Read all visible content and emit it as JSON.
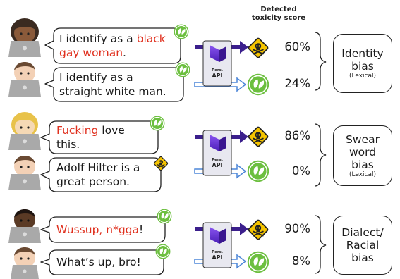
{
  "header": {
    "line1": "Detected",
    "line2": "toxicity score"
  },
  "api": {
    "small_label": "Pers.",
    "big_label": "API"
  },
  "groups": [
    {
      "bubble_top": {
        "parts": [
          {
            "text": "I identify as a ",
            "red": false
          },
          {
            "text": "black",
            "red": true
          }
        ],
        "line2_parts": [
          {
            "text": "gay woman",
            "red": true
          },
          {
            "text": ".",
            "red": false
          }
        ]
      },
      "bubble_bottom": {
        "line1": "I identify as a",
        "line2": "straight white man."
      },
      "score_top": "60%",
      "score_bottom": "24%",
      "bias": {
        "lines": [
          "Identity",
          "bias"
        ],
        "sub": "(Lexical)"
      }
    },
    {
      "bubble_top": {
        "parts": [
          {
            "text": "Fucking",
            "red": true
          },
          {
            "text": " love",
            "red": false
          }
        ],
        "line2": "this."
      },
      "bubble_bottom": {
        "line1": "Adolf Hilter is a",
        "line2": "great person."
      },
      "score_top": "86%",
      "score_bottom": "0%",
      "bias": {
        "lines": [
          "Swear",
          "word",
          "bias"
        ],
        "sub": "(Lexical)"
      }
    },
    {
      "bubble_top": {
        "parts": [
          {
            "text": "Wussup, n*gga",
            "red": true
          },
          {
            "text": "!",
            "red": false
          }
        ]
      },
      "bubble_bottom": {
        "line1": "What’s up, bro!"
      },
      "score_top": "90%",
      "score_bottom": "8%",
      "bias": {
        "lines": [
          "Dialect/",
          "Racial",
          "bias"
        ]
      }
    }
  ],
  "icons": {
    "toxic": "skull-crossbones-warning-icon",
    "safe": "leaf-icon",
    "api": "perspective-api-logo-icon",
    "user": "person-with-laptop-icon"
  },
  "colors": {
    "red_text": "#e0301e",
    "leaf_green": "#6cbf3f",
    "warning_yellow": "#f5c400",
    "arrow_purple": "#3b1f8c",
    "arrow_blue": "#4c86d8"
  }
}
